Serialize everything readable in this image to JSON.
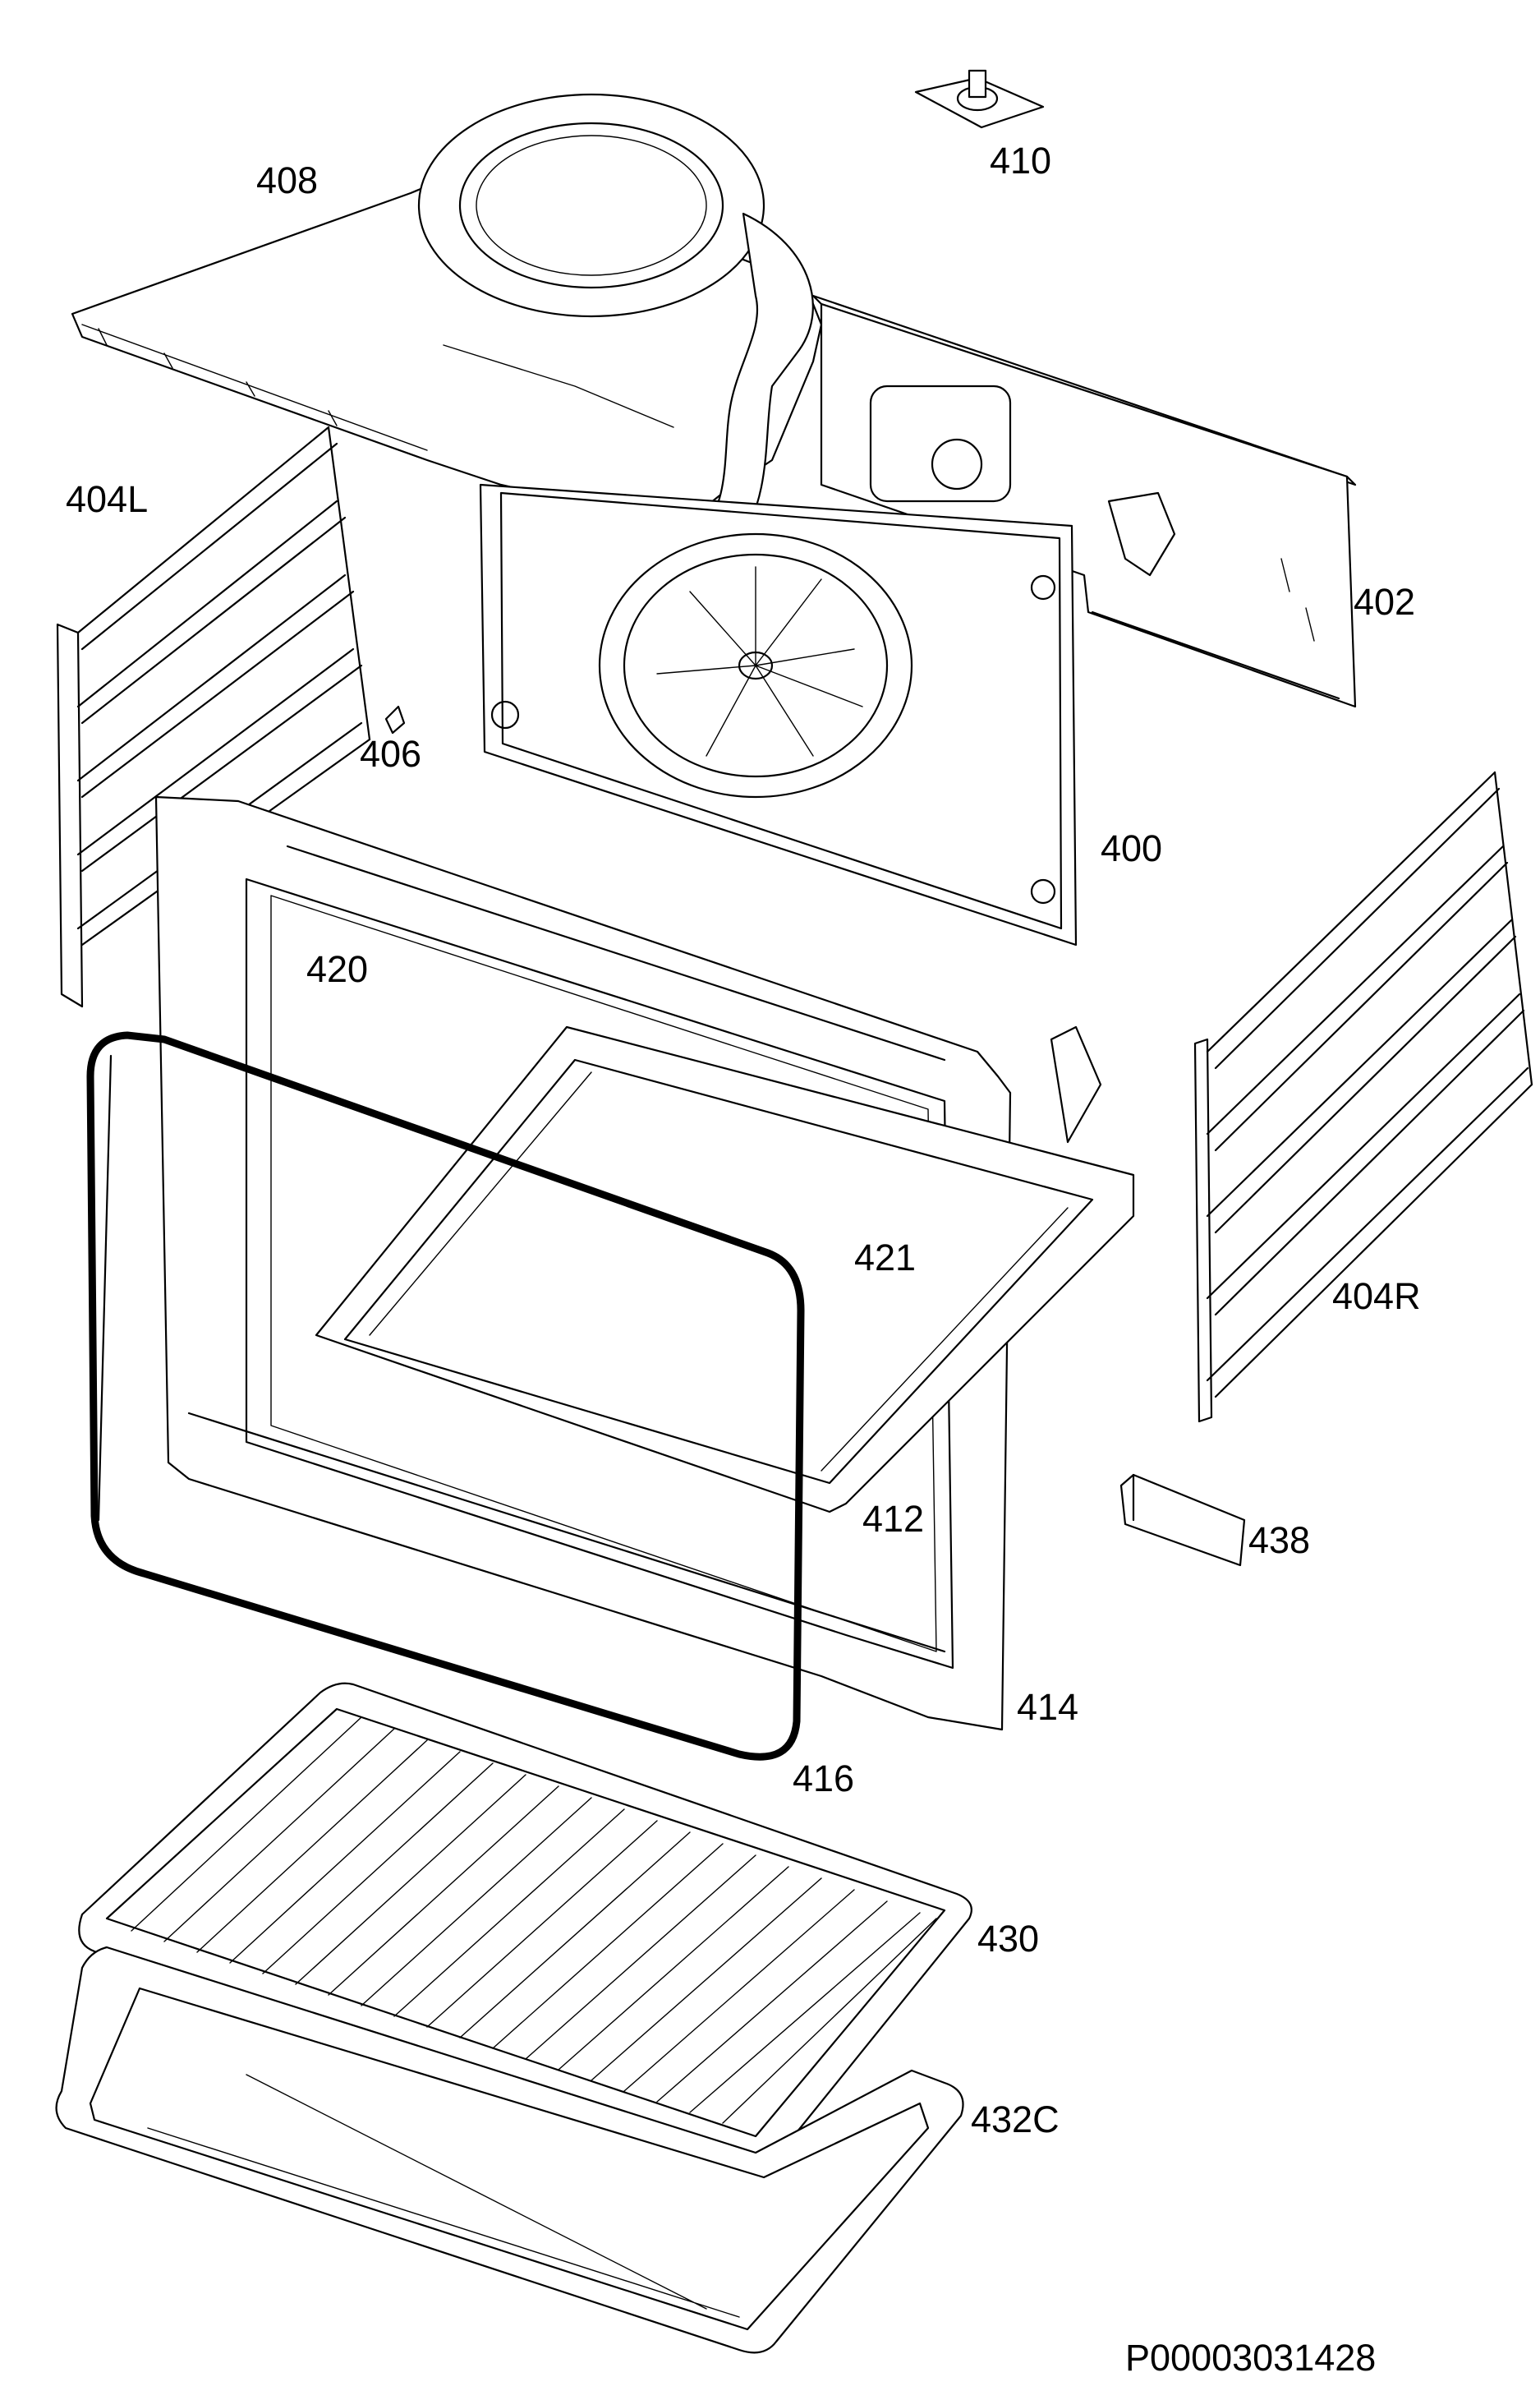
{
  "diagram": {
    "drawing_code": "P00003031428",
    "colors": {
      "line": "#000000",
      "background": "#ffffff"
    },
    "parts": [
      {
        "id": "p400",
        "label": "400"
      },
      {
        "id": "p402",
        "label": "402"
      },
      {
        "id": "p404L",
        "label": "404L"
      },
      {
        "id": "p404R",
        "label": "404R"
      },
      {
        "id": "p406",
        "label": "406"
      },
      {
        "id": "p408",
        "label": "408"
      },
      {
        "id": "p410",
        "label": "410"
      },
      {
        "id": "p412",
        "label": "412"
      },
      {
        "id": "p414",
        "label": "414"
      },
      {
        "id": "p416",
        "label": "416"
      },
      {
        "id": "p420",
        "label": "420"
      },
      {
        "id": "p421",
        "label": "421"
      },
      {
        "id": "p430",
        "label": "430"
      },
      {
        "id": "p432C",
        "label": "432C"
      },
      {
        "id": "p438",
        "label": "438"
      }
    ]
  }
}
